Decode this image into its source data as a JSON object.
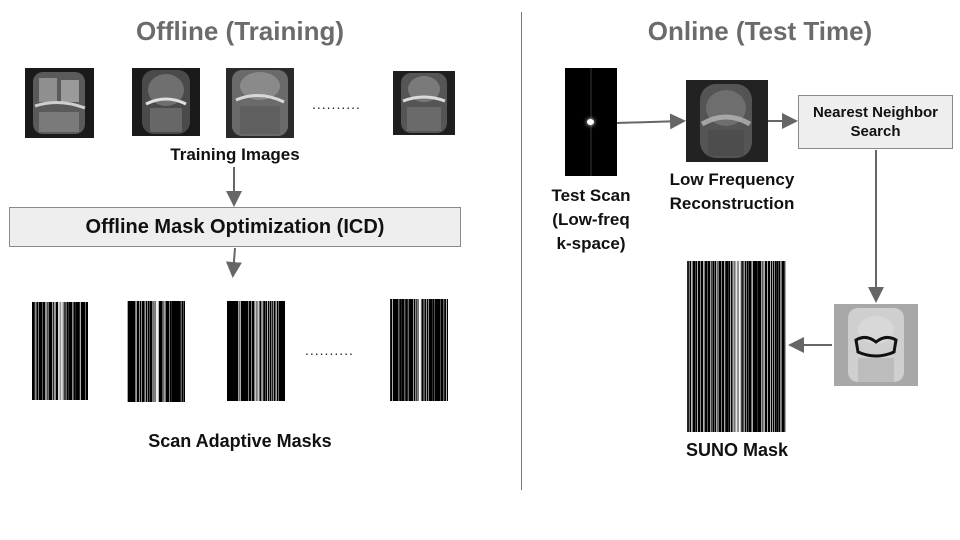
{
  "offline": {
    "title": "Offline (Training)",
    "training_images_label": "Training Images",
    "ellipsis_images": "..........",
    "optimization_box": "Offline Mask Optimization (ICD)",
    "ellipsis_masks": "..........",
    "masks_label": "Scan Adaptive Masks"
  },
  "online": {
    "title": "Online (Test Time)",
    "test_scan_label": [
      "Test Scan",
      "(Low-freq",
      "k-space)"
    ],
    "low_freq_label": [
      "Low Frequency",
      "Reconstruction"
    ],
    "nn_box": [
      "Nearest Neighbor",
      "Search"
    ],
    "suno_label": "SUNO Mask"
  },
  "colors": {
    "title_gray": "#6b6b6b",
    "box_fill": "#eeeeee",
    "arrow": "#666666",
    "divider": "#777777"
  }
}
